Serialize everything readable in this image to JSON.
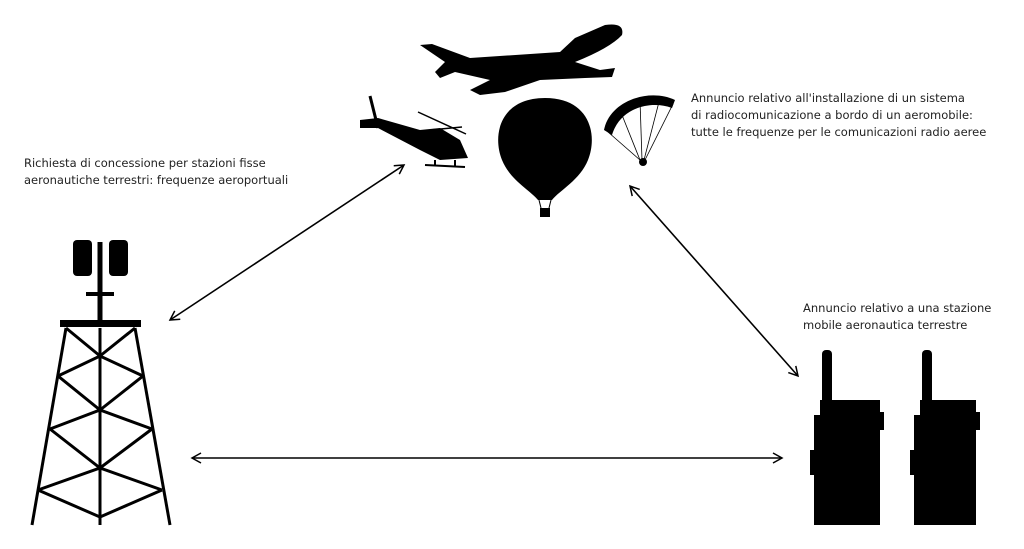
{
  "labels": {
    "fixed_station": [
      "Richiesta di concessione per stazioni fisse",
      "aeronautiche terrestri: frequenze aeroportuali"
    ],
    "aircraft": [
      "Annuncio relativo all'installazione di un sistema",
      "di radiocomunicazione a bordo di un aeromobile:",
      "tutte le frequenze per le comunicazioni radio aeree"
    ],
    "mobile_station": [
      "Annuncio relativo a una stazione",
      "mobile aeronautica terrestre"
    ]
  },
  "colors": {
    "ink": "#000000",
    "text": "#222222"
  }
}
